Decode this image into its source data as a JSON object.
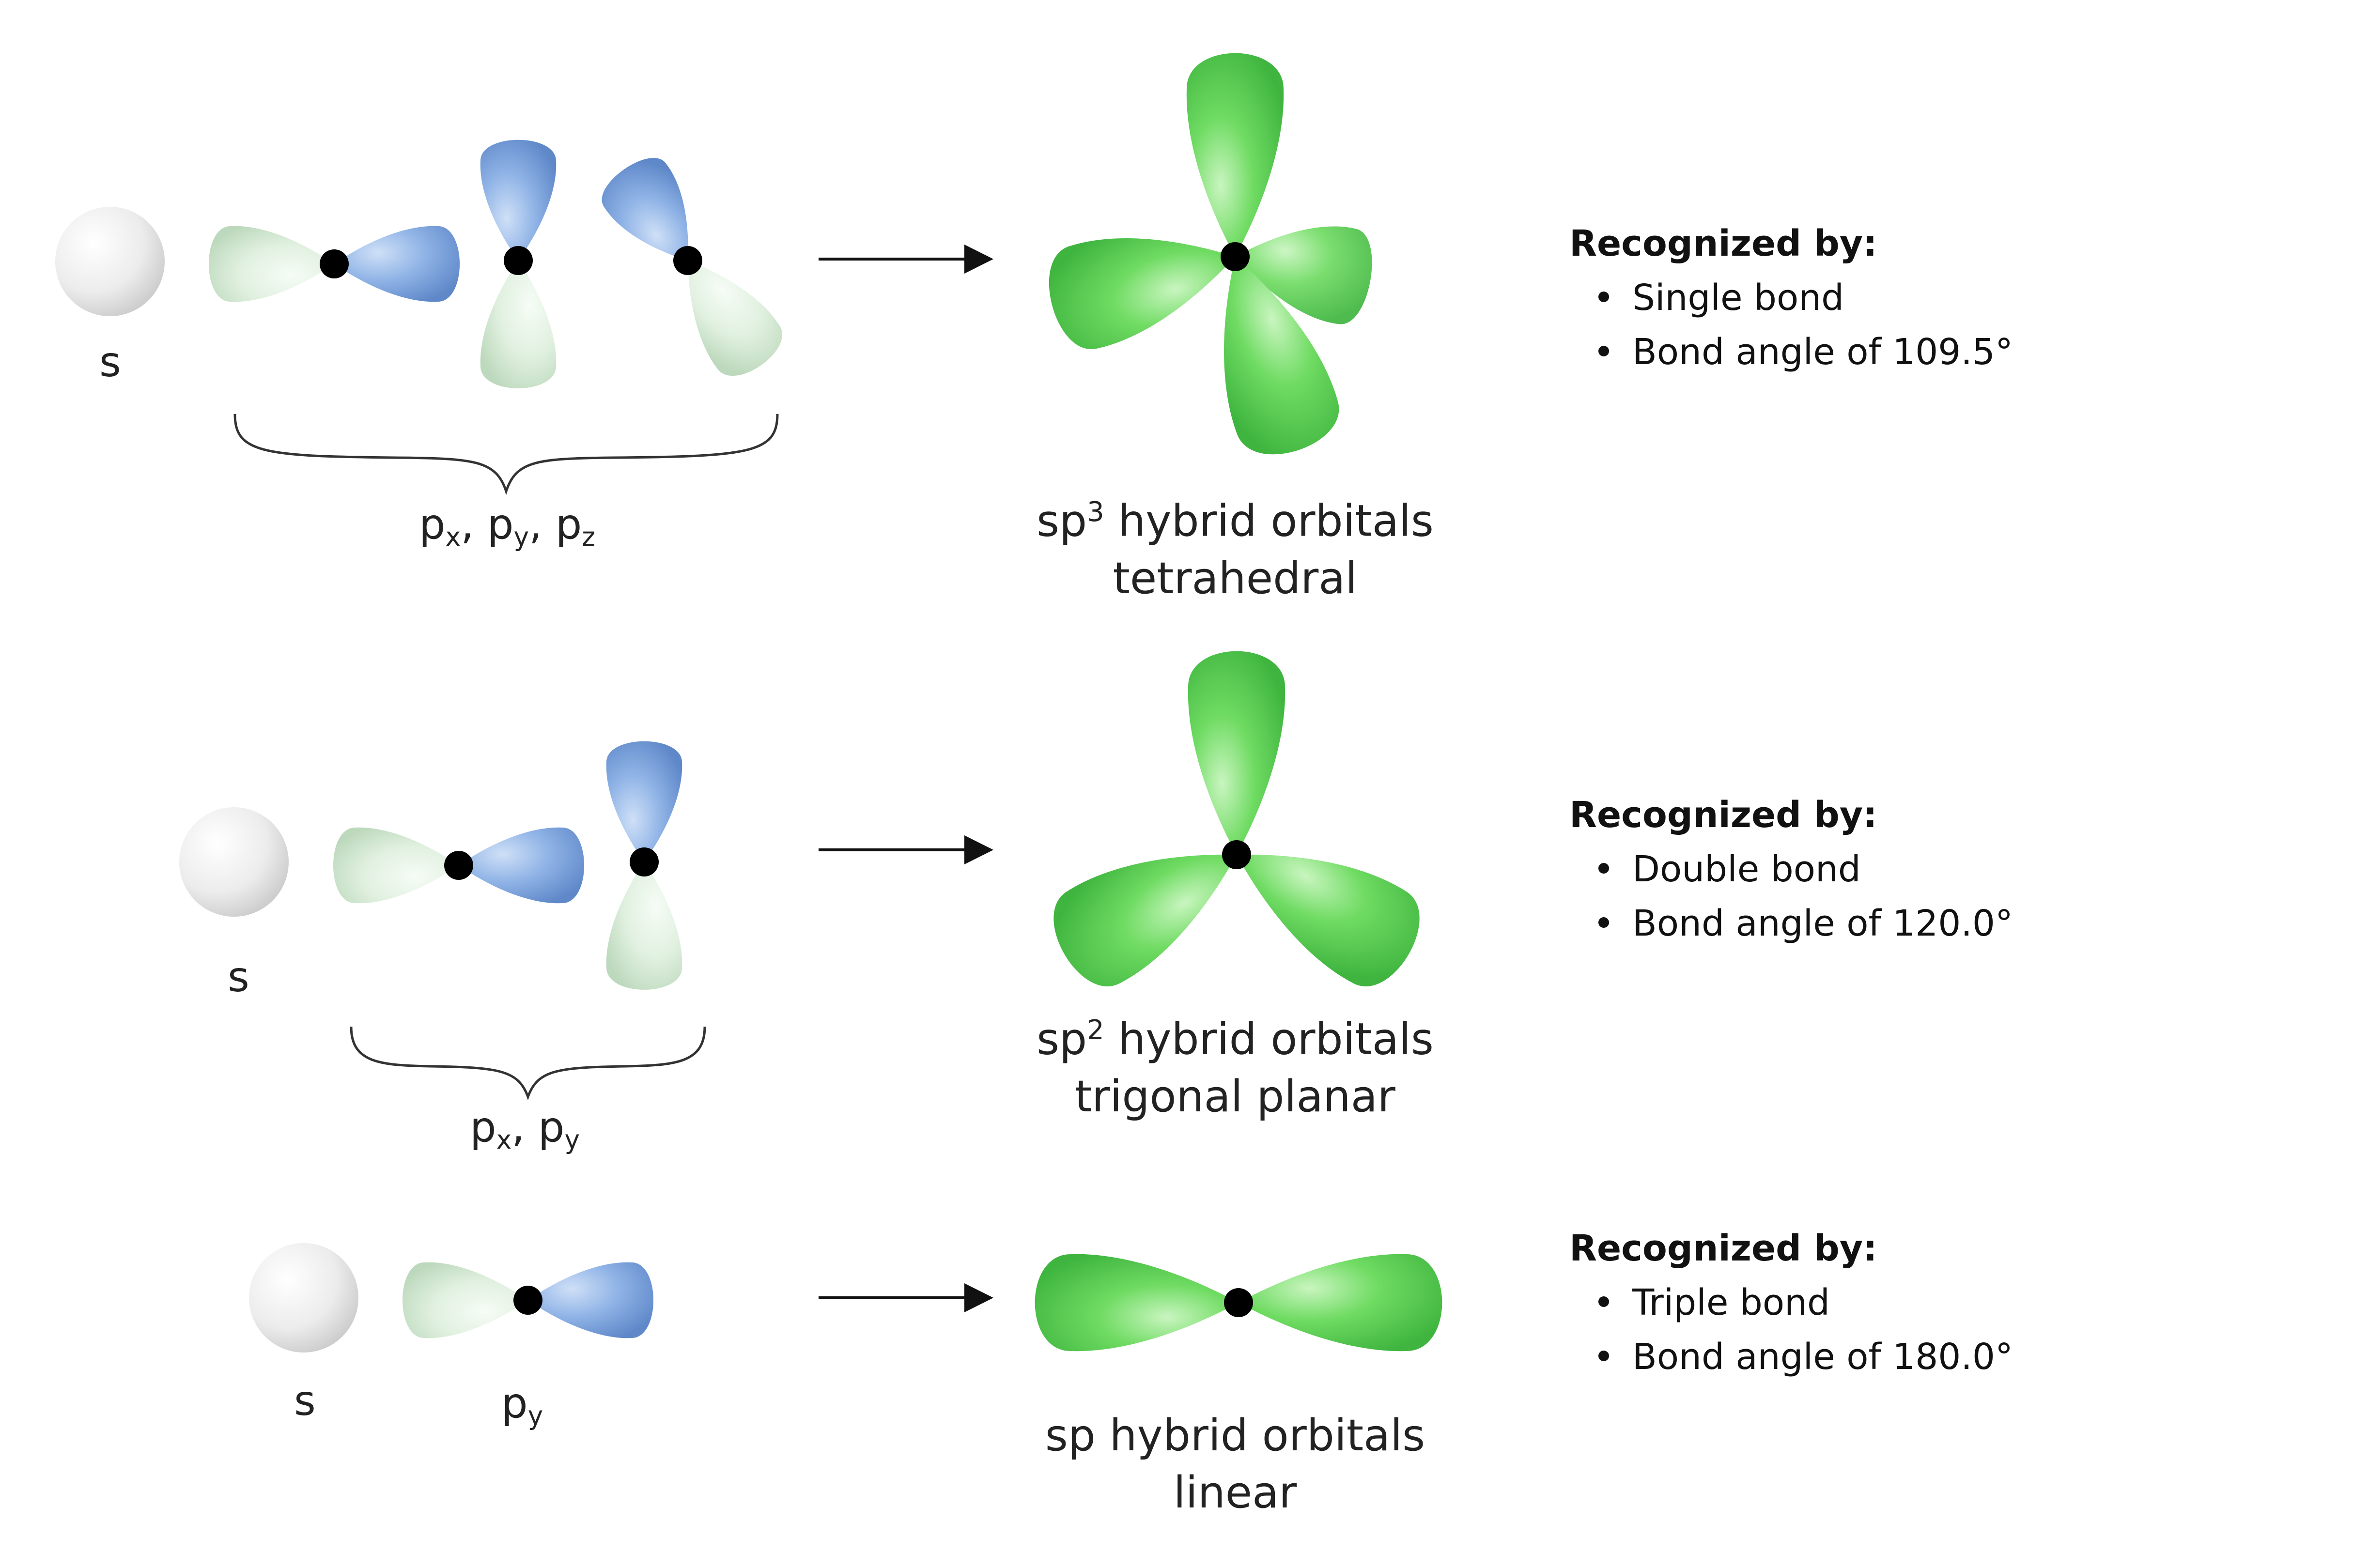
{
  "colors": {
    "hybrid_green": "#5fd35f",
    "p_blue": "#7ea6e0",
    "p_pale": "#dcefdc",
    "s_gray": "#e8e8e8",
    "nucleus": "#000000"
  },
  "rows": [
    {
      "id": "sp3",
      "s_label": "s",
      "p_labels": [
        {
          "base": "p",
          "sub": "x",
          "after": ", "
        },
        {
          "base": "p",
          "sub": "y",
          "after": ", "
        },
        {
          "base": "p",
          "sub": "z",
          "after": ""
        }
      ],
      "hybrid": {
        "prefix": "sp",
        "sup": "3",
        "rest": " hybrid orbitals",
        "geometry": "tetrahedral"
      },
      "recognized_title": "Recognized by:",
      "recognized_items": [
        "Single bond",
        "Bond angle of 109.5°"
      ]
    },
    {
      "id": "sp2",
      "s_label": "s",
      "p_labels": [
        {
          "base": "p",
          "sub": "x",
          "after": ", "
        },
        {
          "base": "p",
          "sub": "y",
          "after": ""
        }
      ],
      "hybrid": {
        "prefix": "sp",
        "sup": "2",
        "rest": " hybrid orbitals",
        "geometry": "trigonal planar"
      },
      "recognized_title": "Recognized by:",
      "recognized_items": [
        "Double bond",
        "Bond angle of 120.0°"
      ]
    },
    {
      "id": "sp",
      "s_label": "s",
      "p_labels": [
        {
          "base": "p",
          "sub": "y",
          "after": ""
        }
      ],
      "hybrid": {
        "prefix": "sp",
        "sup": "",
        "rest": " hybrid orbitals",
        "geometry": "linear"
      },
      "recognized_title": "Recognized by:",
      "recognized_items": [
        "Triple bond",
        "Bond angle of 180.0°"
      ]
    }
  ]
}
